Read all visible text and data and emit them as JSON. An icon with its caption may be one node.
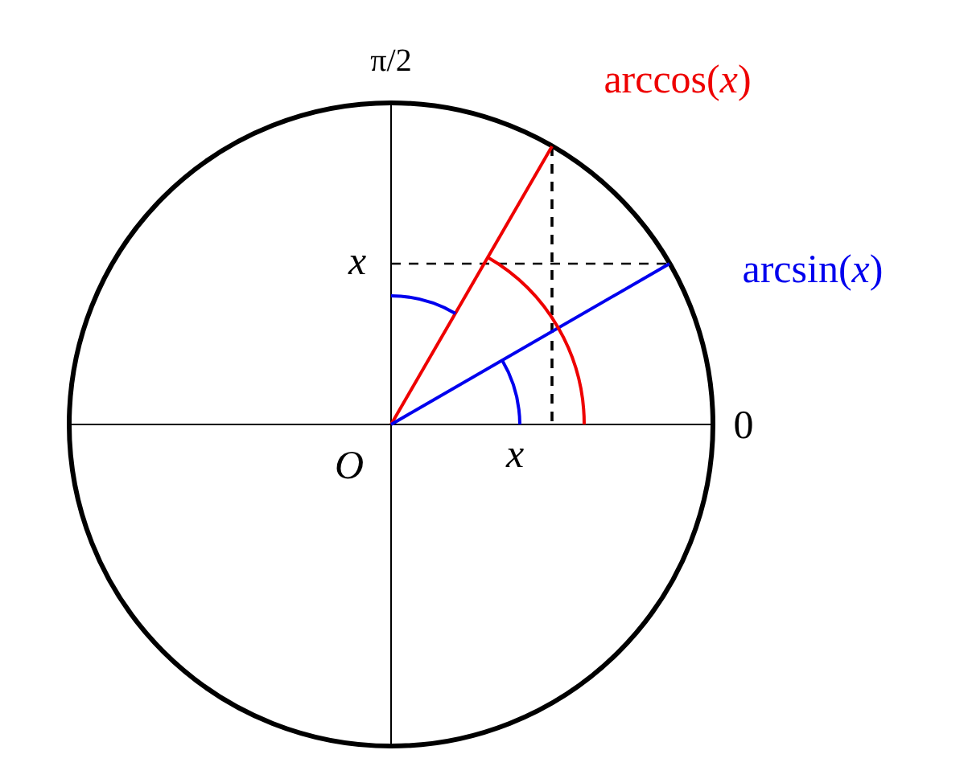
{
  "diagram": {
    "labels": [
      "π/2",
      "arccos(*x*)",
      "x",
      "arcsin(*x*)",
      "0",
      "O",
      "x"
    ]
  }
}
